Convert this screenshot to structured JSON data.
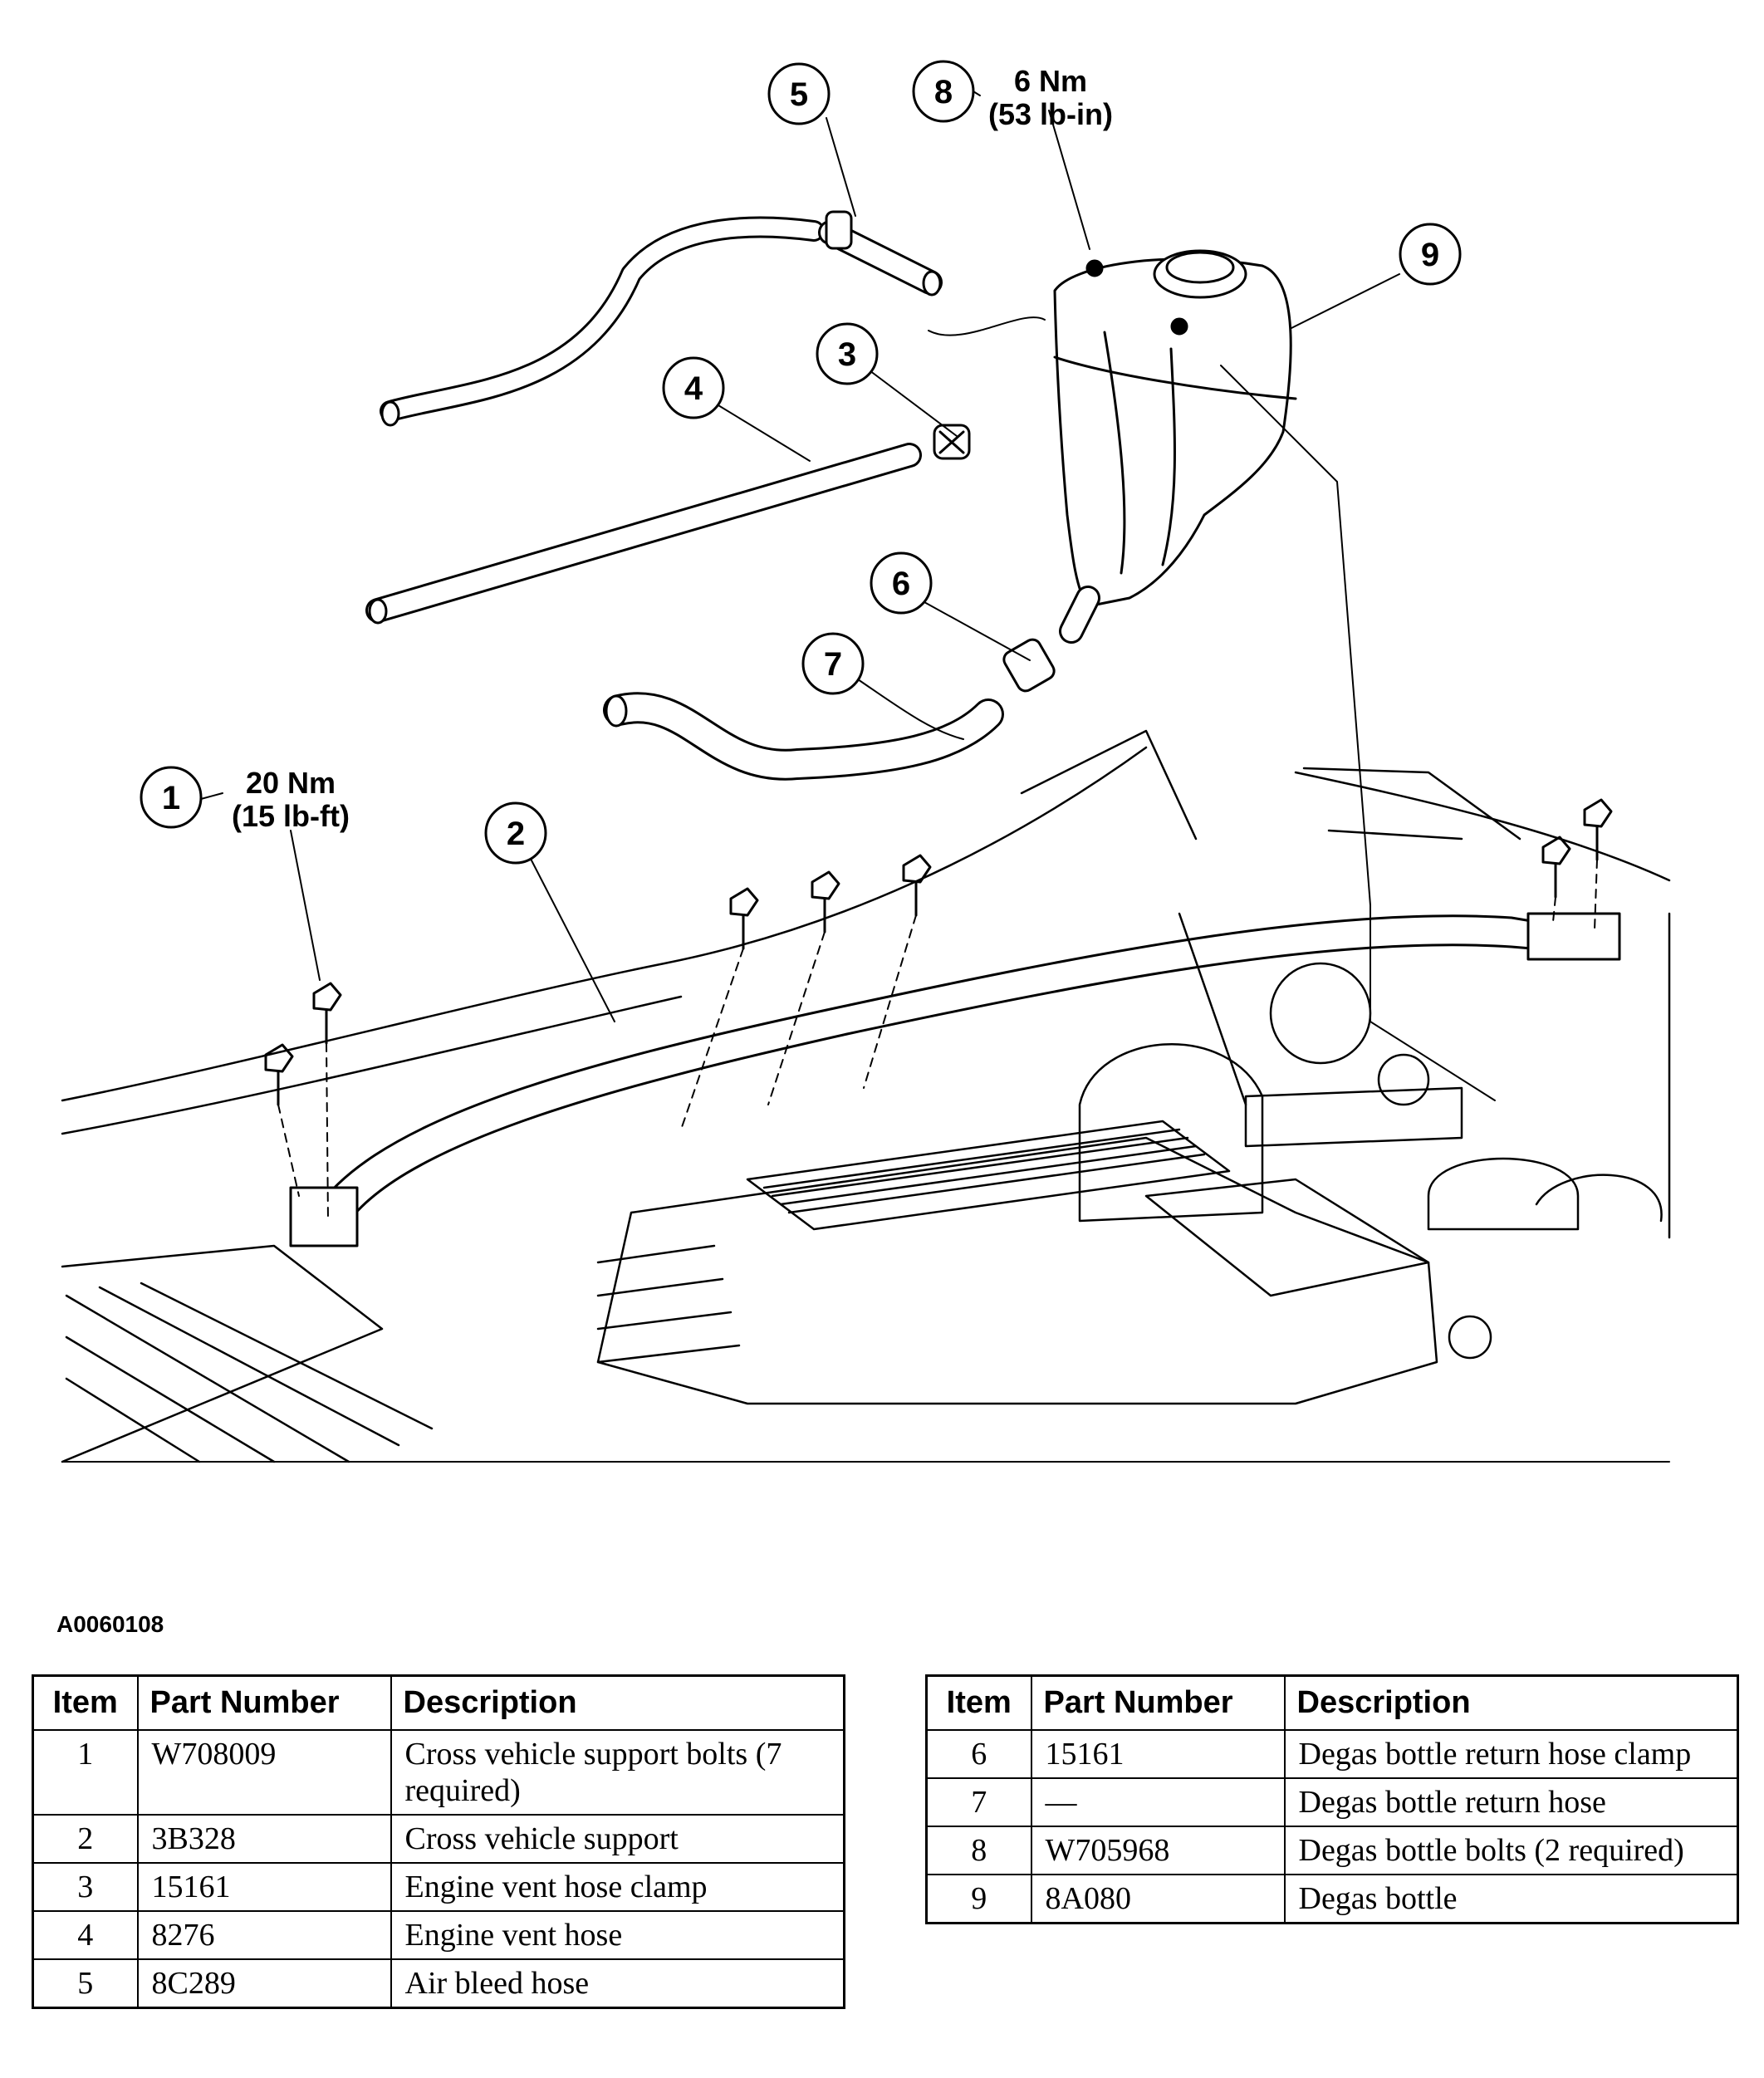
{
  "figure_id": "A0060108",
  "callouts": [
    {
      "num": "1",
      "torque_nm": "20 Nm",
      "torque_imperial": "(15 lb-ft)"
    },
    {
      "num": "2"
    },
    {
      "num": "3"
    },
    {
      "num": "4"
    },
    {
      "num": "5"
    },
    {
      "num": "6"
    },
    {
      "num": "7"
    },
    {
      "num": "8",
      "torque_nm": "6 Nm",
      "torque_imperial": "(53 lb-in)"
    },
    {
      "num": "9"
    }
  ],
  "table_headers": {
    "item": "Item",
    "part_number": "Part Number",
    "description": "Description"
  },
  "parts_left": [
    {
      "item": "1",
      "part_number": "W708009",
      "description": "Cross vehicle support bolts (7 required)"
    },
    {
      "item": "2",
      "part_number": "3B328",
      "description": "Cross vehicle support"
    },
    {
      "item": "3",
      "part_number": "15161",
      "description": "Engine vent hose clamp"
    },
    {
      "item": "4",
      "part_number": "8276",
      "description": "Engine vent hose"
    },
    {
      "item": "5",
      "part_number": "8C289",
      "description": "Air bleed hose"
    }
  ],
  "parts_right": [
    {
      "item": "6",
      "part_number": "15161",
      "description": "Degas bottle return hose clamp"
    },
    {
      "item": "7",
      "part_number": "—",
      "description": "Degas bottle return hose"
    },
    {
      "item": "8",
      "part_number": "W705968",
      "description": "Degas bottle bolts (2 required)"
    },
    {
      "item": "9",
      "part_number": "8A080",
      "description": "Degas bottle"
    }
  ]
}
